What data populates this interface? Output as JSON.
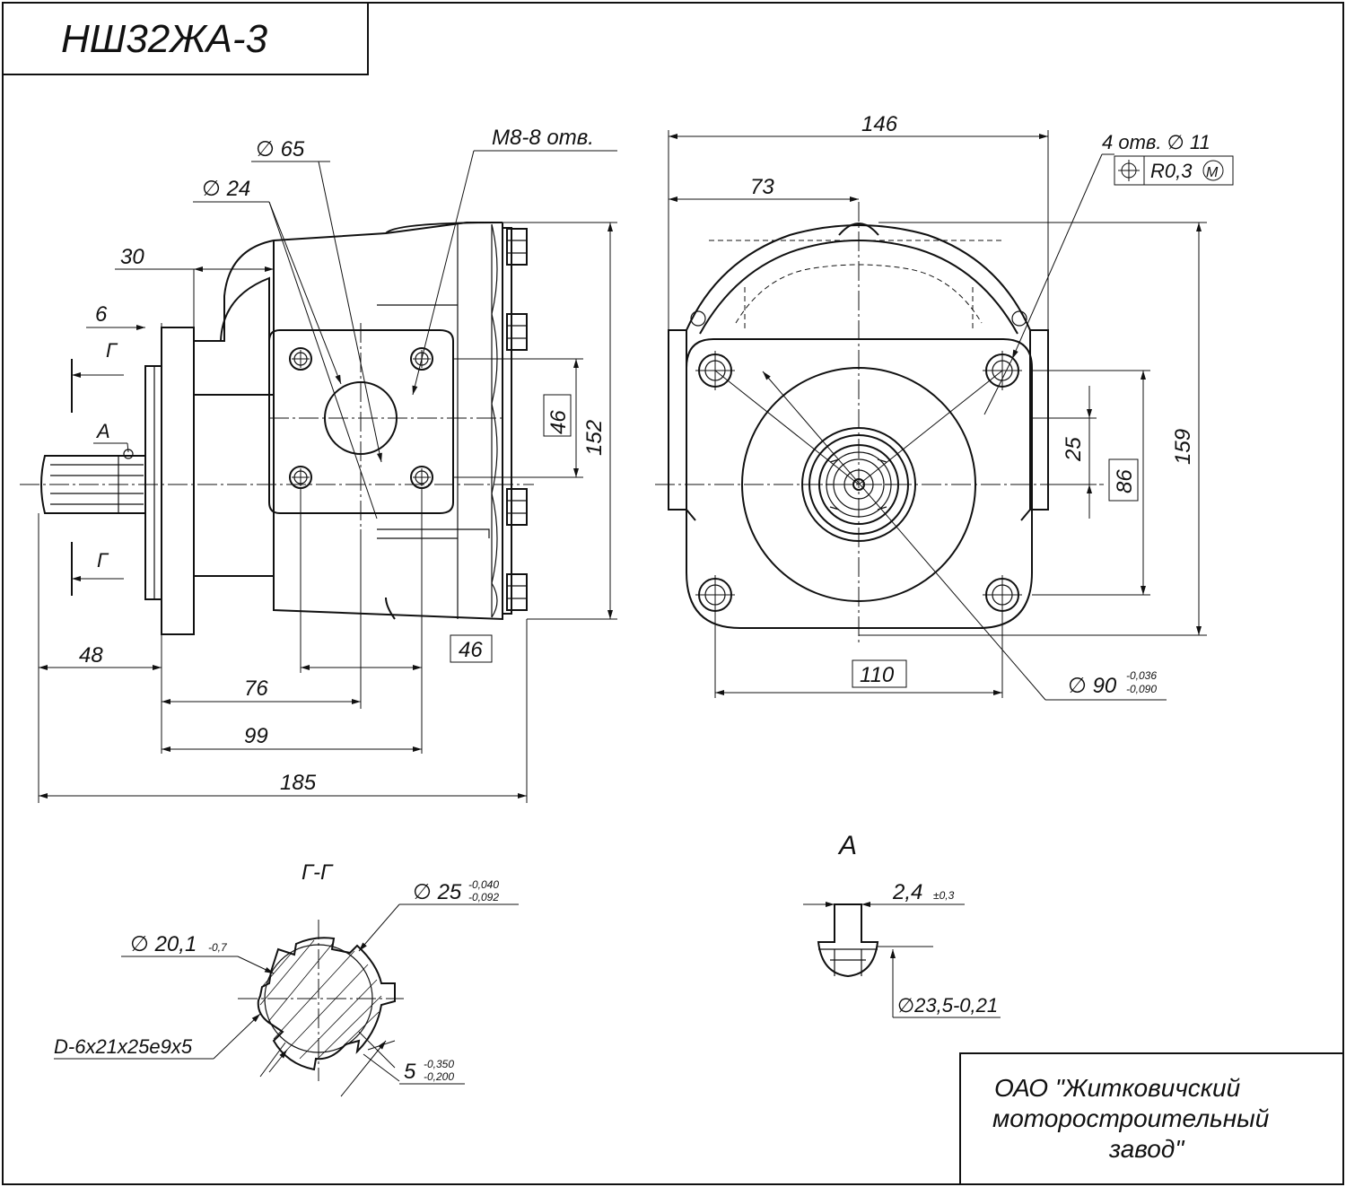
{
  "title": "НШ32ЖА-3",
  "manufacturer_lines": [
    "ОАО \"Житковичский",
    "моторостроительный",
    "завод\""
  ],
  "views": {
    "side": {
      "dims": {
        "d65": "∅ 65",
        "d24": "∅ 24",
        "m8": "М8-8 отв.",
        "d30": "30",
        "d6": "6",
        "section_mark": "Г",
        "detail_mark": "А",
        "d48": "48",
        "d76": "76",
        "d99": "99",
        "d185": "185",
        "d46_bottom": "46",
        "d46_side": "46",
        "d152": "152"
      }
    },
    "front": {
      "dims": {
        "d146": "146",
        "d73": "73",
        "holes": "4 отв. ∅ 11",
        "position_tol": "R0,3",
        "position_mod": "M",
        "d159": "159",
        "d25": "25",
        "d86": "86",
        "d110": "110",
        "d90": "∅ 90",
        "d90_up": "-0,036",
        "d90_lo": "-0,090"
      }
    },
    "section": {
      "title": "Г-Г",
      "d25": "∅ 25",
      "d25_up": "-0,040",
      "d25_lo": "-0,092",
      "d20": "∅ 20,1",
      "d20_tol": "-0,7",
      "spline": "D-6x21x25e9x5",
      "d5": "5",
      "d5_up": "-0,350",
      "d5_lo": "-0,200"
    },
    "detail": {
      "title": "А",
      "d24": "2,4",
      "d24_tol": "±0,3",
      "d235": "∅23,5-0,21"
    }
  }
}
